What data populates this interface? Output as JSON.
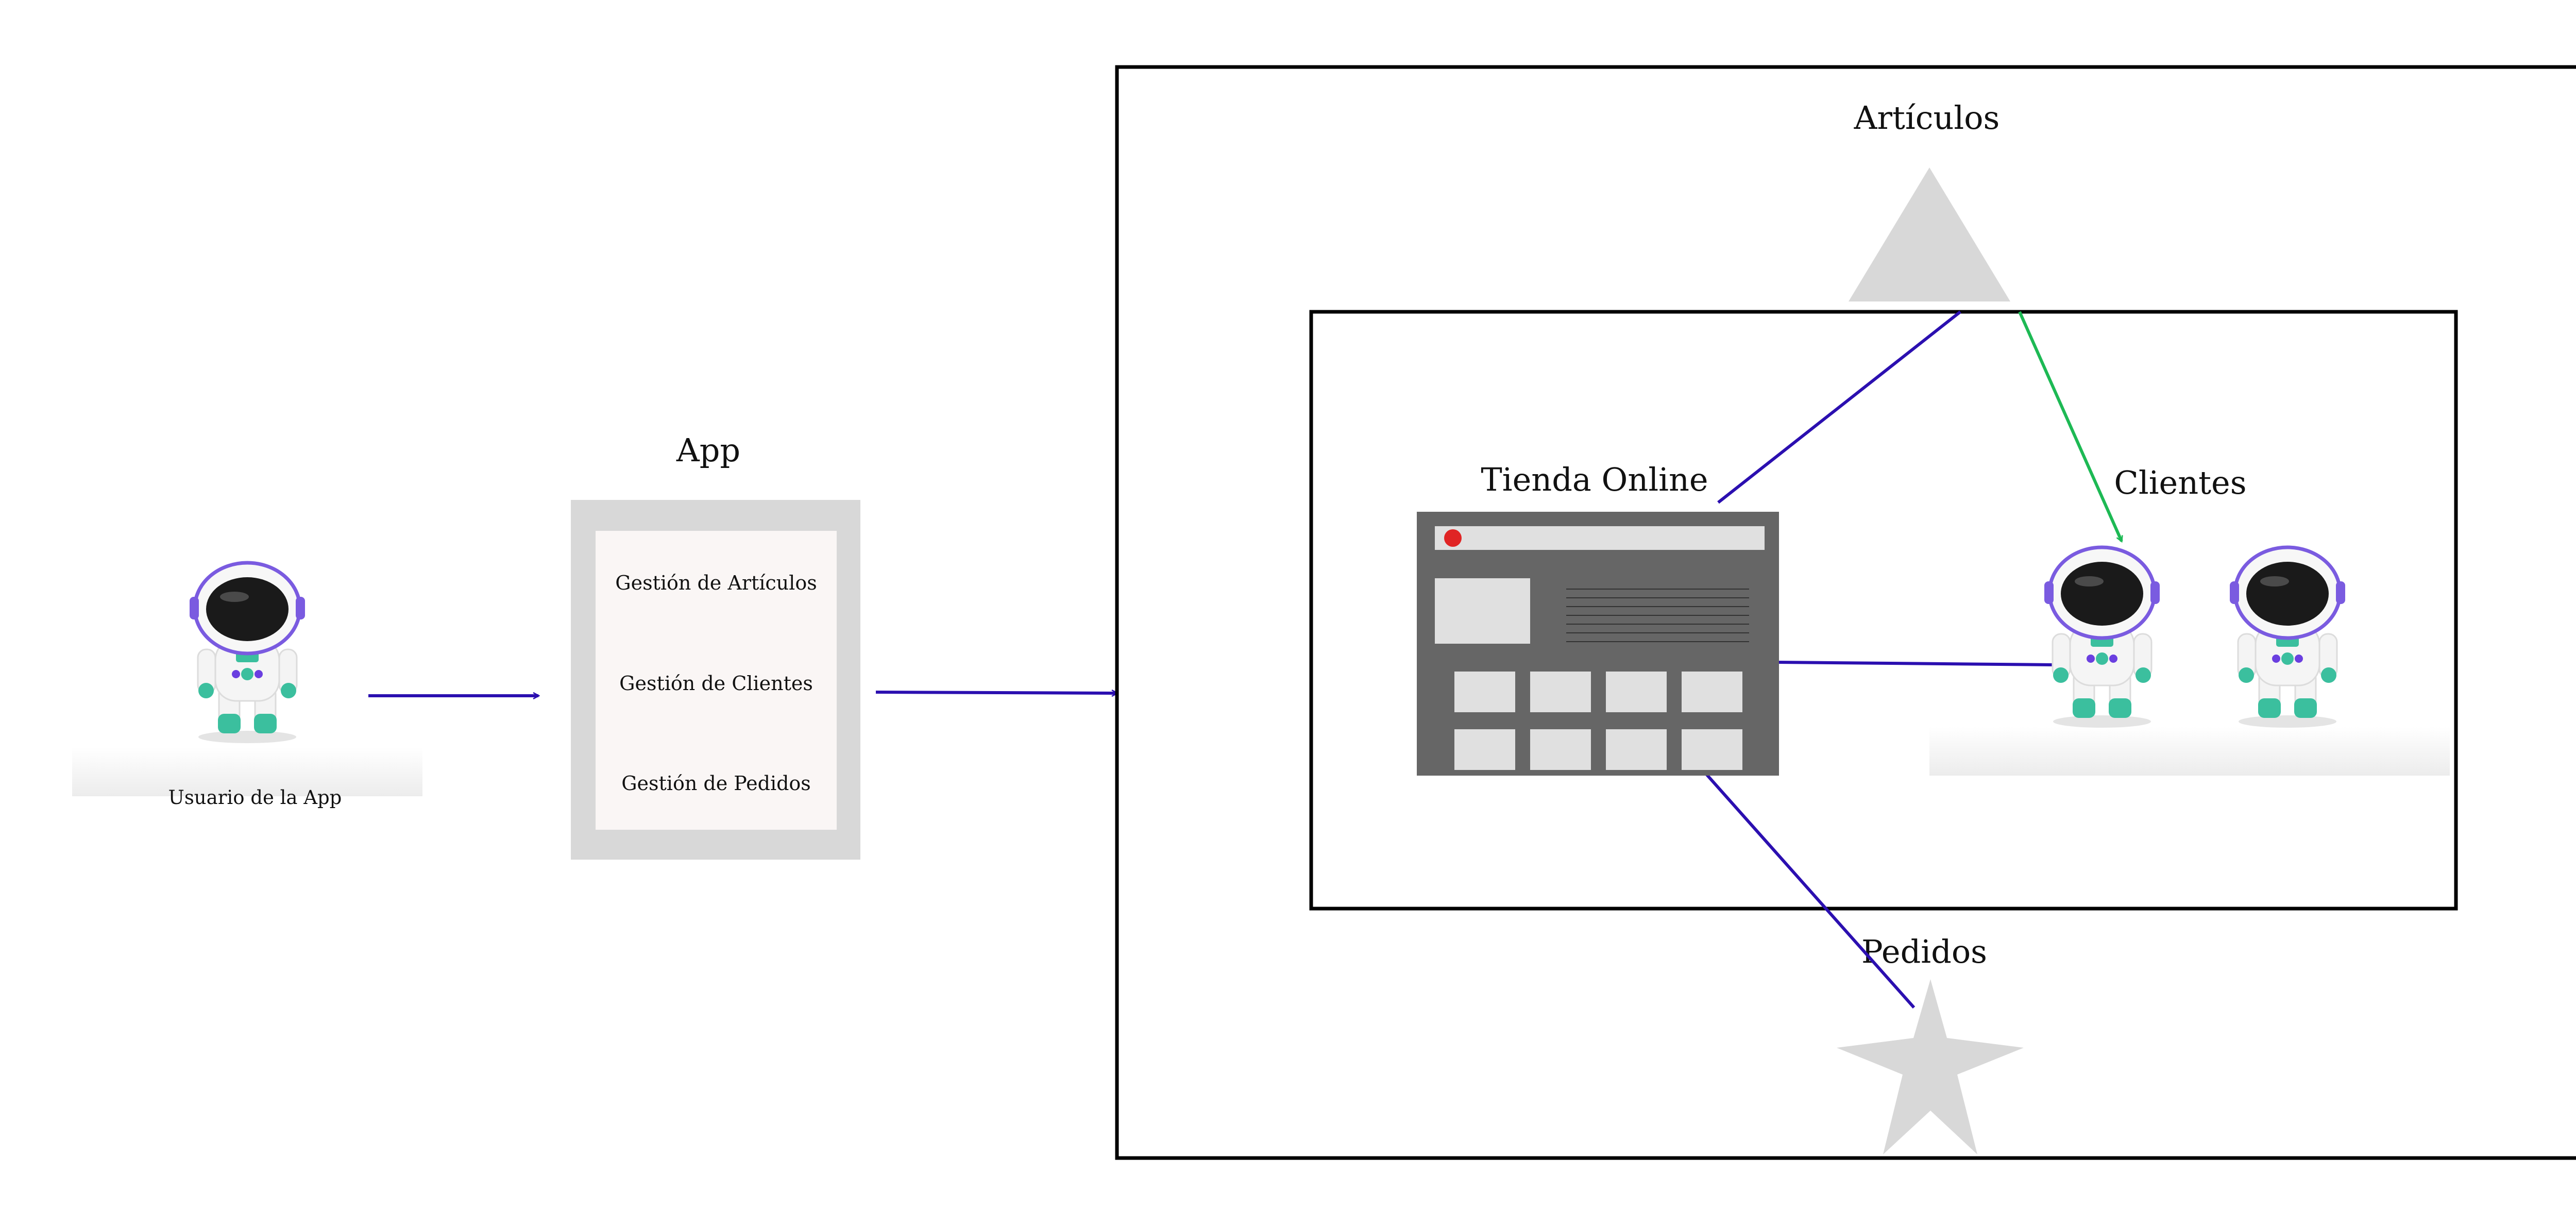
{
  "user": {
    "label": "Usuario de la App"
  },
  "app": {
    "title": "App",
    "items": [
      "Gestión de Artículos",
      "Gestión de Clientes",
      "Gestión de Pedidos"
    ]
  },
  "system": {
    "articles": {
      "label": "Artículos"
    },
    "orders": {
      "label": "Pedidos"
    },
    "store": {
      "label": "Tienda Online"
    },
    "clients": {
      "label": "Clientes"
    }
  },
  "colors": {
    "arrow_blue": "#2b0fb0",
    "arrow_green": "#1db954",
    "shape_gray": "#d8d8d8",
    "browser_gray": "#666666",
    "browser_dot": "#e02424",
    "robot_teal": "#3bbf9e",
    "robot_purple": "#6a3fe0"
  },
  "icons": {
    "user": "astronaut-robot-icon",
    "articles": "triangle-icon",
    "orders": "star-icon",
    "store": "browser-window-icon",
    "clients": "astronaut-robot-icon"
  }
}
